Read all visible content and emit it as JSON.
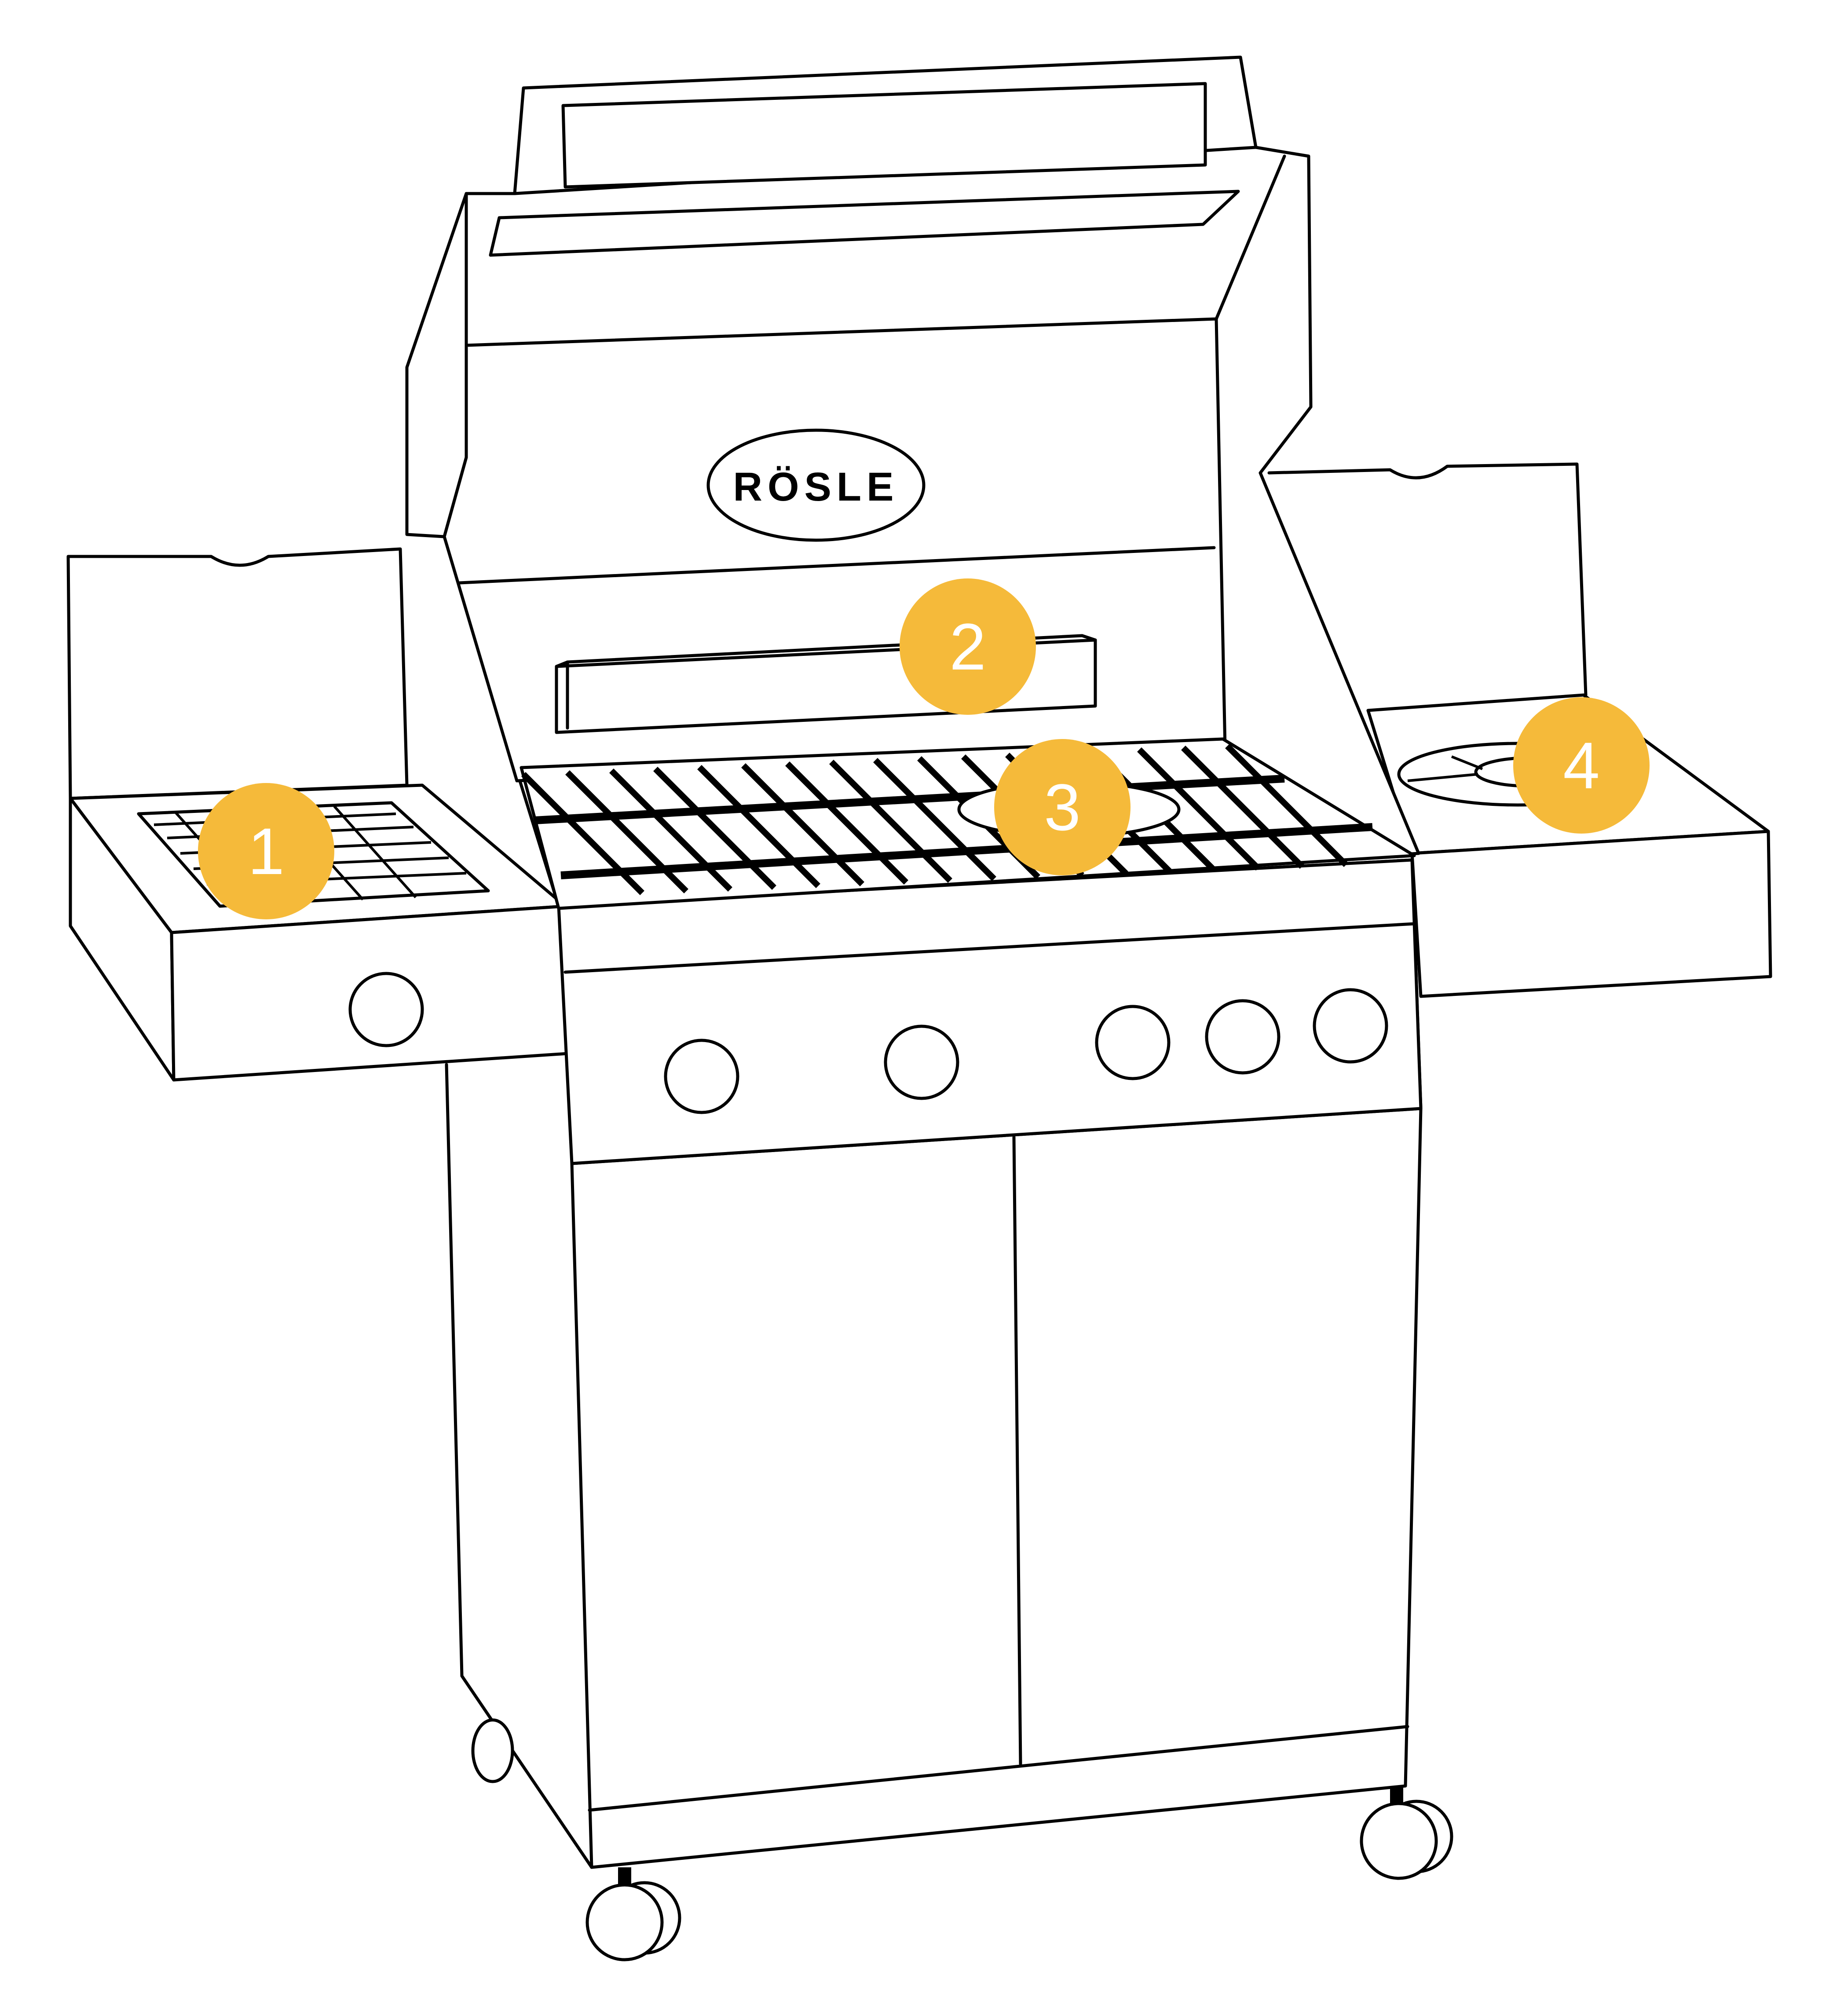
{
  "product": {
    "brand_logo_text": "RÖSLE"
  },
  "markers": [
    {
      "label": "1"
    },
    {
      "label": "2"
    },
    {
      "label": "3"
    },
    {
      "label": "4"
    }
  ],
  "colors": {
    "marker_fill": "#F5BA3A",
    "line": "#000000",
    "background": "#FFFFFF"
  }
}
